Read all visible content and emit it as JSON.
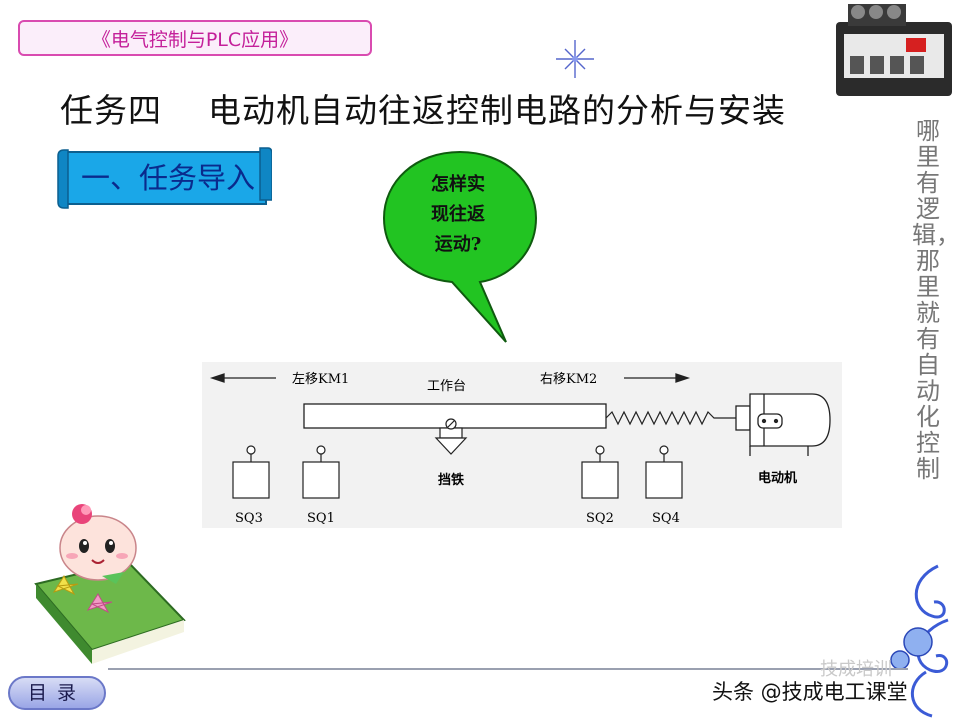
{
  "header": {
    "course_label": "《电气控制与PLC应用》",
    "title": "任务四    电动机自动往返控制电路的分析与安装"
  },
  "section": {
    "banner": "一、任务导入"
  },
  "bubble": {
    "lines": [
      "怎样实",
      "现往返",
      "运动?"
    ]
  },
  "diagram": {
    "left_arrow_label": "左移KM1",
    "right_arrow_label": "右移KM2",
    "worktable_label": "工作台",
    "stopper_label": "挡铁",
    "motor_label": "电动机",
    "switches": [
      "SQ3",
      "SQ1",
      "SQ2",
      "SQ4"
    ]
  },
  "sidebar": {
    "slogan": "哪里有逻辑，那里就有自动化控制"
  },
  "footer": {
    "toc_button": "目录",
    "watermark": "头条 @技成电工课堂",
    "watermark_ghost": "技成培训"
  },
  "colors": {
    "course_label": "#c4209a",
    "banner_fill": "#1aa7e8",
    "bubble_fill": "#22c422",
    "title": "#111111",
    "slogan": "#777777"
  }
}
